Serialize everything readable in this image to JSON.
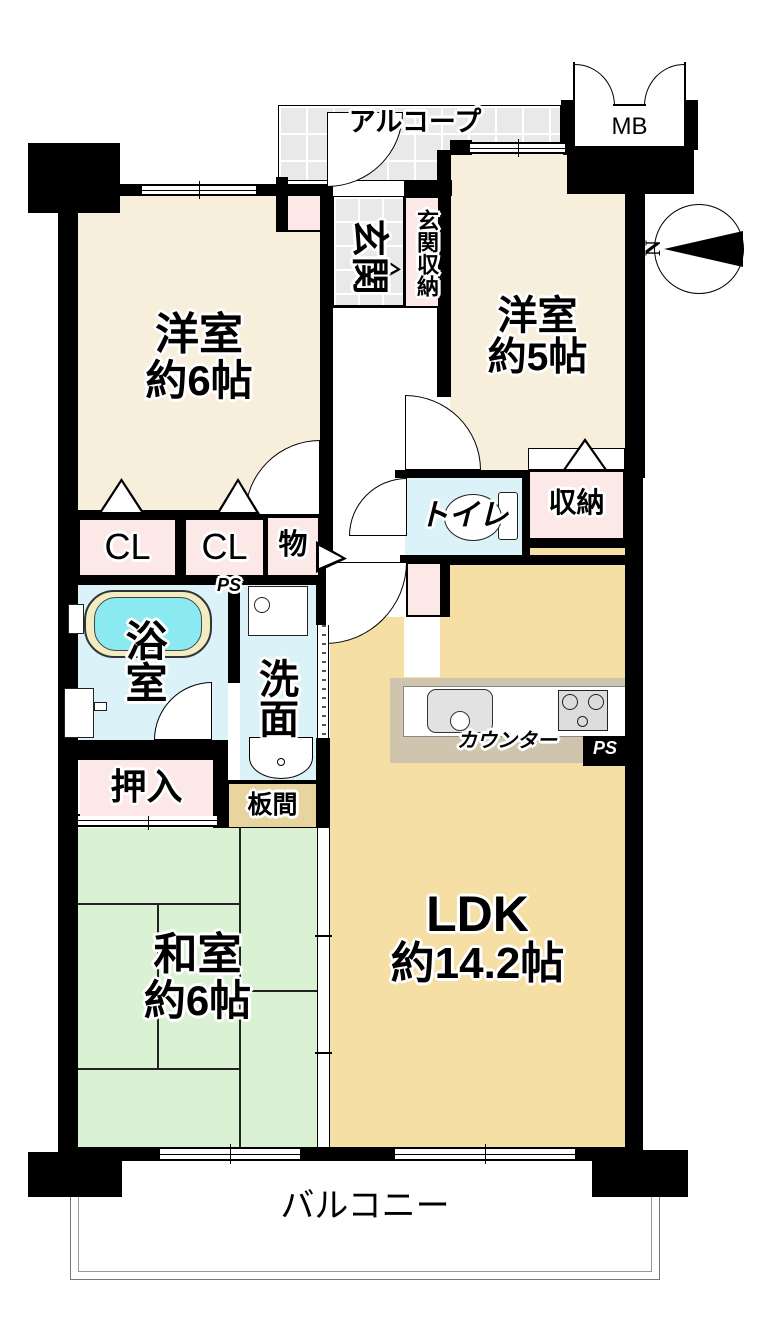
{
  "colors": {
    "wall": "#000000",
    "western_room": "#f7eedb",
    "ldk": "#f6dfa5",
    "tatami_green": "#daf2d3",
    "closet_pink": "#fbe8e7",
    "wet_area_cyan": "#dbf3f8",
    "tile_gray": "#e9e9e9",
    "bathtub_cyan": "#8ae9f1",
    "itanoma_tan": "#e8d49e",
    "counter_gray": "#cfc5ae"
  },
  "rooms": {
    "western6": {
      "name": "洋室",
      "size": "約6帖"
    },
    "western5": {
      "name": "洋室",
      "size": "約5帖"
    },
    "japanese": {
      "name": "和室",
      "size": "約6帖"
    },
    "ldk": {
      "name": "LDK",
      "size": "約14.2帖"
    }
  },
  "labels": {
    "alcove": "アルコープ",
    "meter_box": "MB",
    "entrance": "玄関",
    "entrance_storage": "玄関収納",
    "toilet": "トイレ",
    "storage": "収納",
    "closet_left": "CL",
    "closet_right": "CL",
    "small_storage": "物",
    "pipe_space_top": "PS",
    "pipe_space_kitchen": "PS",
    "bathroom": "浴室",
    "washroom": "洗面",
    "futon_closet": "押入",
    "wood_floor": "板間",
    "kitchen_counter": "カウンター",
    "balcony": "バルコニー",
    "compass_north": "N"
  }
}
